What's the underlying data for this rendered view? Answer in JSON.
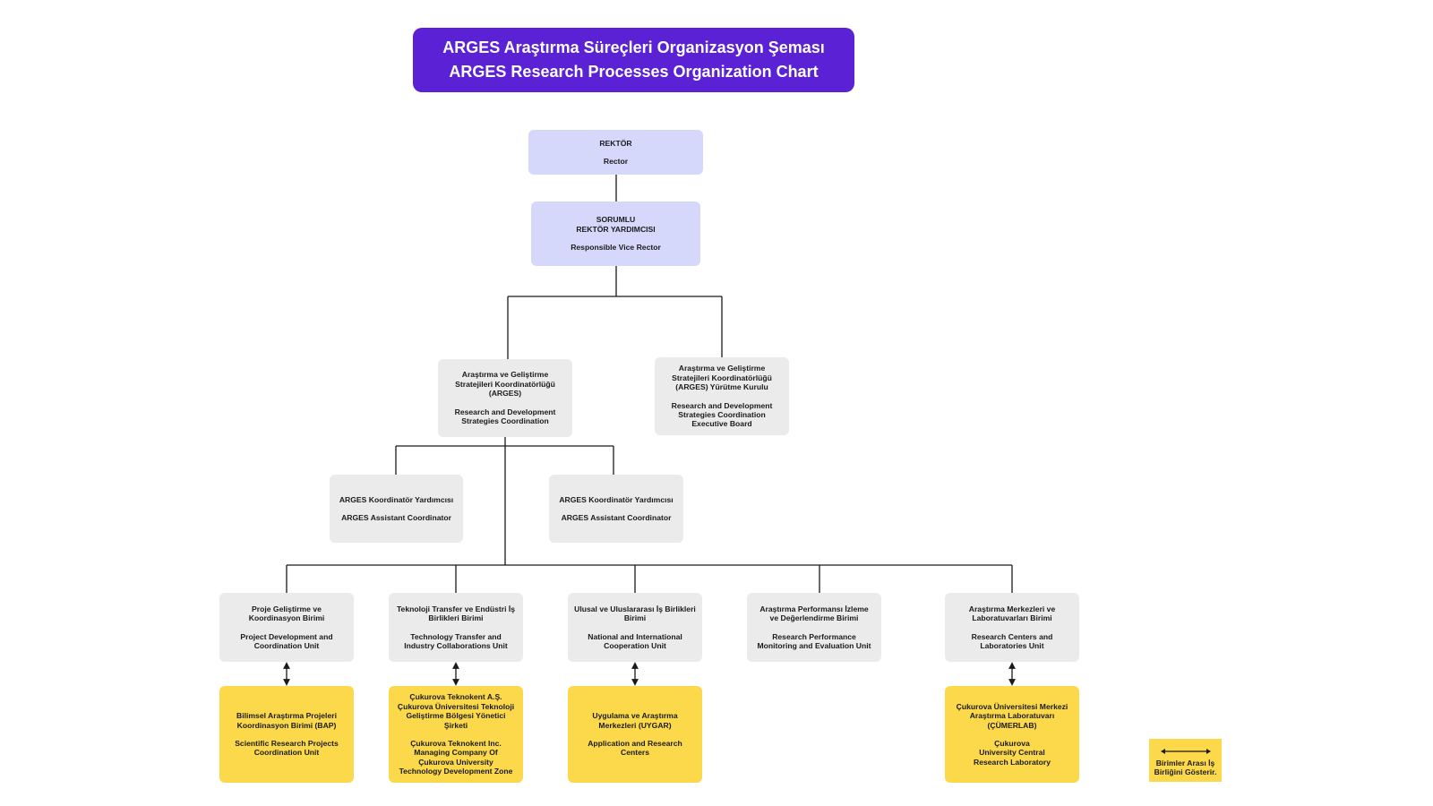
{
  "header": {
    "title_tr": "ARGES Araştırma Süreçleri Organizasyon Şeması",
    "title_en": "ARGES Research Processes Organization Chart"
  },
  "rector": {
    "tr": "REKTÖR",
    "en": "Rector"
  },
  "vice_rector": {
    "tr": "SORUMLU\nREKTÖR YARDIMCISI",
    "en": "Responsible Vice Rector"
  },
  "arges": {
    "tr": "Araştırma ve Geliştirme\nStratejileri Koordinatörlüğü\n(ARGES)",
    "en": "Research and Development\nStrategies Coordination"
  },
  "executive_board": {
    "tr": "Araştırma ve Geliştirme\nStratejileri Koordinatörlüğü\n(ARGES) Yürütme Kurulu",
    "en": "Research and Development\nStrategies Coordination\nExecutive Board"
  },
  "assistants": [
    {
      "tr": "ARGES Koordinatör Yardımcısı",
      "en": "ARGES Assistant Coordinator"
    },
    {
      "tr": "ARGES Koordinatör Yardımcısı",
      "en": "ARGES Assistant Coordinator"
    }
  ],
  "units": [
    {
      "tr": "Proje Geliştirme ve\nKoordinasyon Birimi",
      "en": "Project Development and\nCoordination Unit"
    },
    {
      "tr": "Teknoloji Transfer ve Endüstri İş\nBirlikleri Birimi",
      "en": "Technology Transfer and\nIndustry Collaborations Unit"
    },
    {
      "tr": "Ulusal ve Uluslararası İş Birlikleri\nBirimi",
      "en": "National and International\nCooperation Unit"
    },
    {
      "tr": "Araştırma Performansı İzleme\nve Değerlendirme Birimi",
      "en": "Research Performance\nMonitoring and Evaluation Unit"
    },
    {
      "tr": "Araştırma Merkezleri ve\nLaboratuvarları Birimi",
      "en": "Research Centers and\nLaboratories Unit"
    }
  ],
  "partners": [
    {
      "tr": "Bilimsel Araştırma Projeleri\nKoordinasyon Birimi (BAP)",
      "en": "Scientific Research Projects\nCoordination Unit"
    },
    {
      "tr": "Çukurova Teknokent A.Ş.\nÇukurova Üniversitesi Teknoloji\nGeliştirme Bölgesi Yönetici\nŞirketi",
      "en": "Çukurova Teknokent Inc.\nManaging Company Of\nÇukurova University\nTechnology Development Zone"
    },
    {
      "tr": "Uygulama ve Araştırma\nMerkezleri (UYGAR)",
      "en": "Application and Research\nCenters"
    },
    {
      "tr": "Çukurova Üniversitesi Merkezi\nAraştırma Laboratuvarı\n(ÇÜMERLAB)",
      "en": "Çukurova\nUniversity Central\nResearch Laboratory"
    }
  ],
  "legend": {
    "text": "Birimler Arası İş\nBirliğini Gösterir."
  },
  "colors": {
    "title_bg": "#5b21d4",
    "top_boxes": "#d5d8fa",
    "units": "#ebebeb",
    "partners": "#fcd94a"
  }
}
